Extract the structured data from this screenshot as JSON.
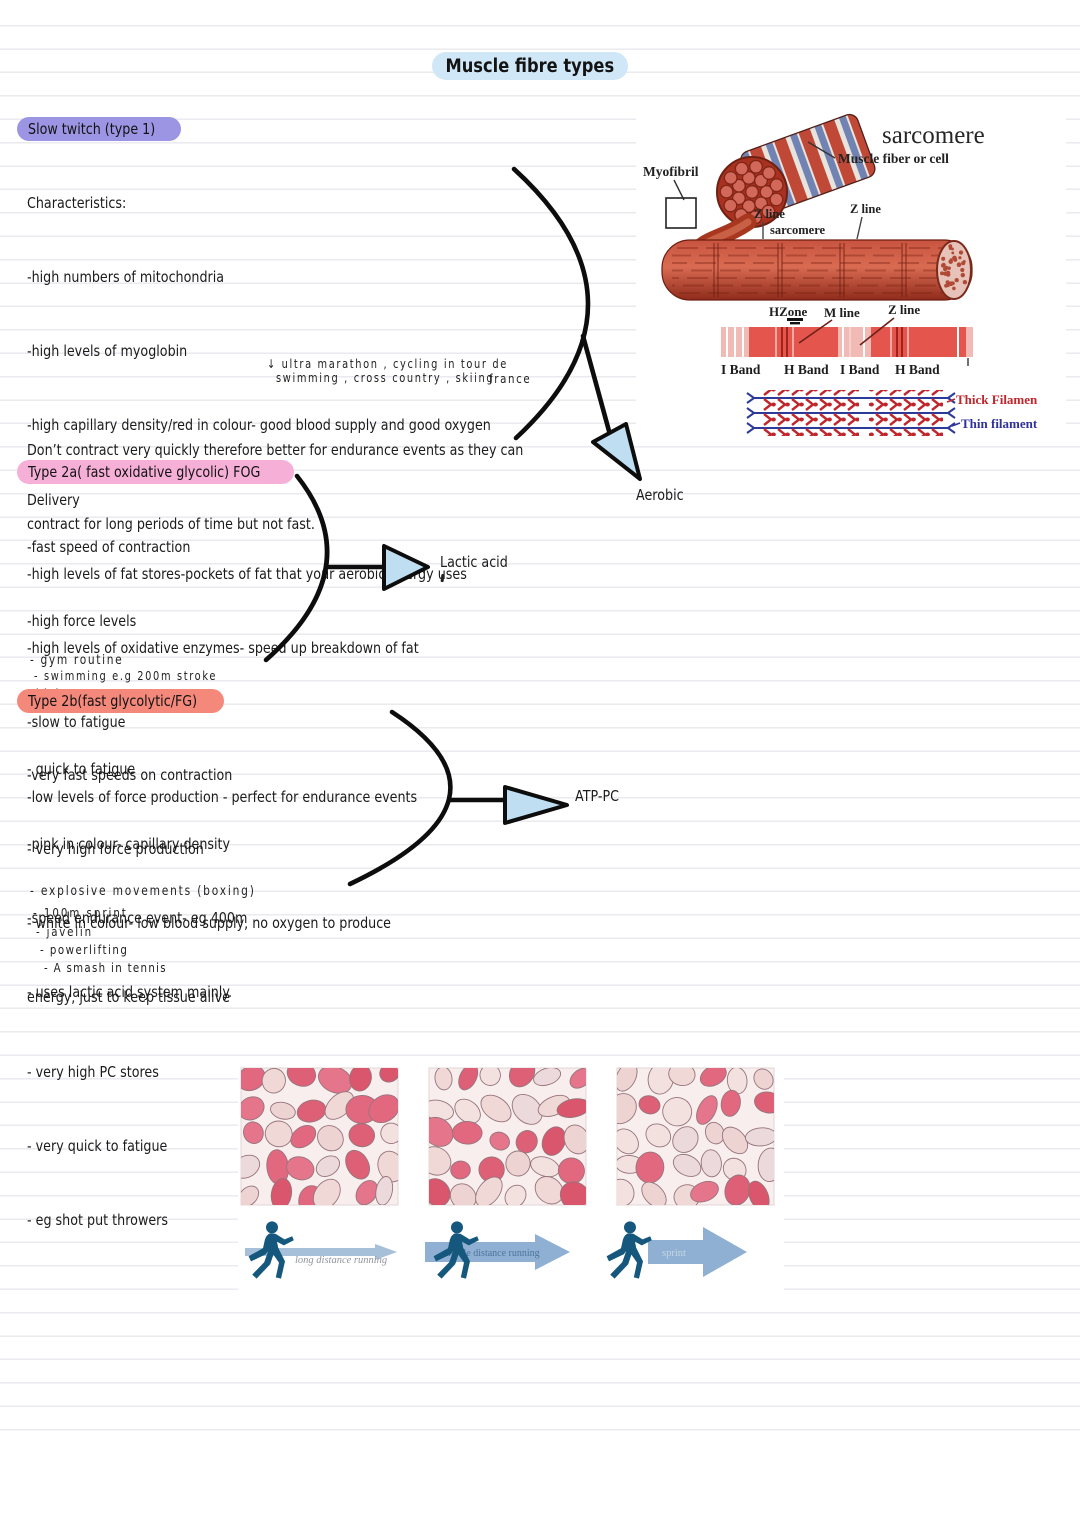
{
  "page": {
    "title": "Muscle fibre types"
  },
  "sections": {
    "slow_twitch": {
      "heading": "Slow twitch (type 1)",
      "subheading": "Characteristics:",
      "bullets": [
        "-high numbers of mitochondria",
        "-high levels of myoglobin",
        "-high capillary density/red in colour- good blood supply and good oxygen",
        "Delivery",
        "-high levels of fat stores-pockets of fat that your aerobic energy uses",
        "-high levels of oxidative enzymes- speed up breakdown of fat",
        "-slow to fatigue",
        "-low levels of force production - perfect for endurance events"
      ],
      "annotation_line1": "↓ ultra marathon , cycling in tour de",
      "annotation_line2": "swimming , cross country , skiing",
      "annotation_france": "france",
      "paragraph": [
        "Don’t contract very quickly therefore better for endurance events as they can",
        "contract for long periods of time but not fast."
      ],
      "energy_label": "Aerobic"
    },
    "type_2a": {
      "heading": "Type 2a( fast oxidative glycolic) FOG",
      "bullets": [
        "-fast speed of contraction",
        "-high force levels",
        "- high PC stores",
        "- quick to fatigue",
        "-pink in colour- capillary density",
        "-speed endurance event- eg 400m",
        "- uses lactic acid system mainly."
      ],
      "annotations": [
        "- gym routine",
        "- swimming e.g 200m stroke"
      ],
      "energy_label": "Lactic acid"
    },
    "type_2b": {
      "heading": "Type 2b(fast glycolytic/FG)",
      "bullets": [
        "-very fast speeds on contraction",
        "- very high force production",
        "- white in colour- low blood supply, no oxygen to produce",
        "energy, just to keep tissue alive",
        "- very high PC stores",
        "- very quick to fatigue",
        "- eg shot put throwers"
      ],
      "annotations": [
        "- explosive movements (boxing)",
        "- 100m sprint",
        "- javelin",
        "- powerlifting",
        "- A smash in tennis"
      ],
      "energy_label": "ATP-PC"
    }
  },
  "diagram": {
    "title": "sarcomere",
    "muscle_fiber_label": "Muscle fiber or cell",
    "myofibril_label": "Myofibril",
    "z_line_label_1": "Z line",
    "sarcomere_label": "sarcomere",
    "z_line_label_2": "Z line",
    "h_zone_label": "HZone",
    "m_line_label": "M line",
    "z_line_label_3": "Z line",
    "band_labels": [
      "I Band",
      "H Band",
      "I Band",
      "H Band"
    ],
    "thick_filament_label": "Thick Filamen",
    "thin_filament_label": "Thin filament"
  },
  "figure": {
    "runner_labels": [
      "long distance running",
      "middle distance running",
      "sprint"
    ]
  },
  "colors": {
    "title_highlight": "#cfe7f7",
    "slow_twitch_highlight": "#9b95e4",
    "type_2a_highlight": "#f6b0d8",
    "type_2b_highlight": "#f4887b",
    "arrow_fill": "#bfdef2",
    "ink": "#1b1b1b"
  }
}
